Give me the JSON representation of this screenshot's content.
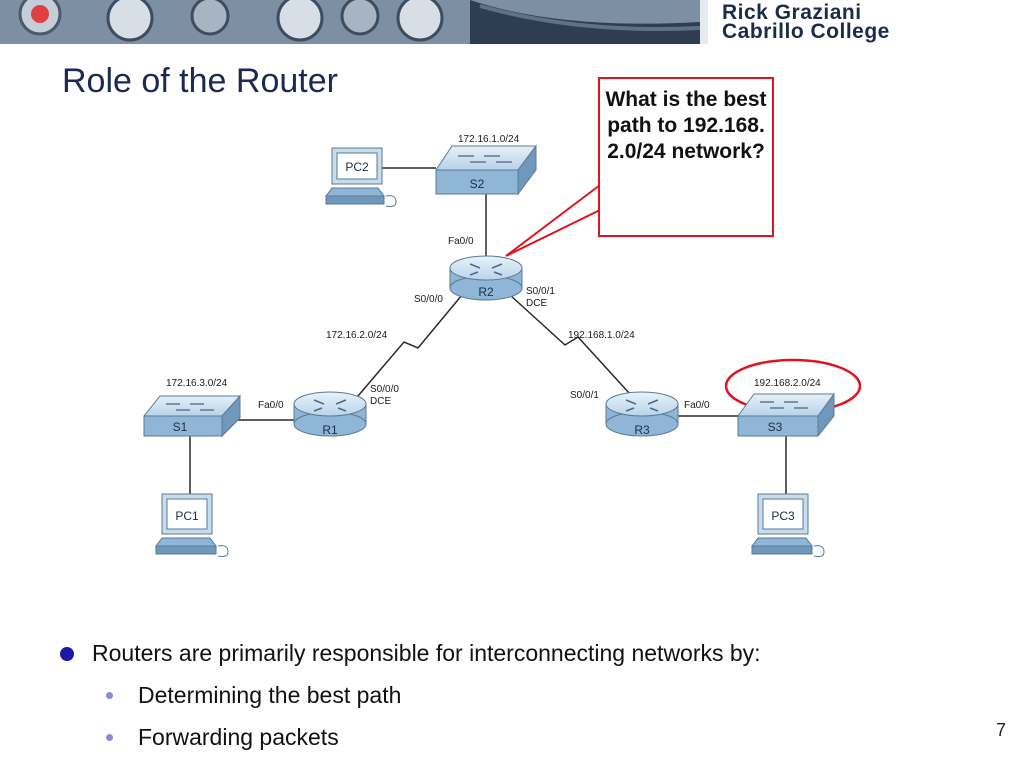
{
  "banner": {
    "name": "Rick Graziani",
    "school": "Cabrillo College"
  },
  "title": "Role of the Router",
  "callout": "What is the best path to 192.168.2.0/24 network?",
  "devices": {
    "pc1": "PC1",
    "pc2": "PC2",
    "pc3": "PC3",
    "s1": "S1",
    "s2": "S2",
    "s3": "S3",
    "r1": "R1",
    "r2": "R2",
    "r3": "R3"
  },
  "networks": {
    "s2": "172.16.1.0/24",
    "s1": "172.16.3.0/24",
    "s3": "192.168.2.0/24",
    "r1r2": "172.16.2.0/24",
    "r2r3": "192.168.1.0/24"
  },
  "interfaces": {
    "r2_fa": "Fa0/0",
    "r2_s000": "S0/0/0",
    "r2_s001": "S0/0/1",
    "r2_dce": "DCE",
    "r1_fa": "Fa0/0",
    "r1_s000": "S0/0/0",
    "r1_dce": "DCE",
    "r3_s001": "S0/0/1",
    "r3_fa": "Fa0/0"
  },
  "bullets": {
    "main": "Routers are primarily responsible for interconnecting networks by:",
    "sub": [
      "Determining the best path",
      "Forwarding packets"
    ]
  },
  "page_number": "7",
  "colors": {
    "callout_border": "#e0141e",
    "device_blue": "#9fc3de",
    "title": "#1a2a55"
  }
}
